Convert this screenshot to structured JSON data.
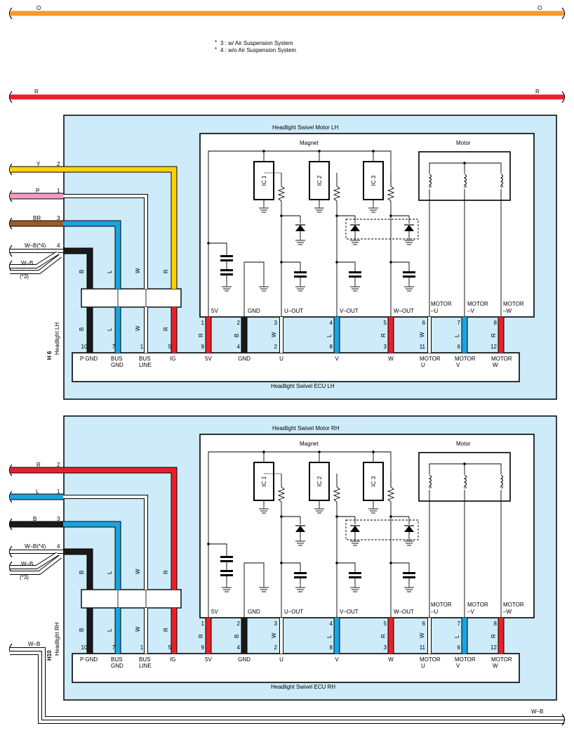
{
  "top_bus": {
    "orange_left": "O",
    "orange_right": "O",
    "red_left": "R",
    "red_right": "R"
  },
  "notes": [
    {
      "mark": "*",
      "text": "3 : w/ Air Suspension System"
    },
    {
      "mark": "*",
      "text": "4 : w/o Air Suspension System"
    }
  ],
  "colors": {
    "orange": "#f79a2e",
    "red": "#e8202a",
    "yellow": "#ffd200",
    "pink": "#f29ac5",
    "brown": "#9b5a2e",
    "black": "#1a1a1a",
    "blue": "#1aa3e0",
    "panel": "#cdebf8"
  },
  "units": [
    {
      "motor_title": "Headlight Swivel Motor LH",
      "ecu_title": "Headlight Swivel ECU LH",
      "connector_id": "H 6",
      "connector_name": "Headlight LH",
      "magnet_label": "Magnet",
      "motor_label": "Motor",
      "ics": [
        "IC 1",
        "IC 2",
        "IC 3"
      ],
      "inputs": [
        {
          "wire": "Y",
          "pin": "2"
        },
        {
          "wire": "P",
          "pin": "1"
        },
        {
          "wire": "BR",
          "pin": "3"
        },
        {
          "wire": "W–B(*4)",
          "pin": "4"
        }
      ],
      "alt_wire": {
        "wire": "W–B",
        "note": "(*3)"
      },
      "harness_colors": [
        "B",
        "L",
        "W",
        "R"
      ],
      "ecu_left_pins": [
        {
          "pin": "10",
          "label": "P GND"
        },
        {
          "pin": "7",
          "label": "BUS GND"
        },
        {
          "pin": "1",
          "label": "BUS LINE"
        },
        {
          "pin": "5",
          "label": "IG"
        }
      ],
      "motor_terminals": [
        "5V",
        "GND",
        "U–OUT",
        "V–OUT",
        "W–OUT",
        "MOTOR –U",
        "MOTOR –V",
        "MOTOR –W"
      ],
      "motor_pins": [
        "1",
        "2",
        "3",
        "4",
        "5",
        "6",
        "7",
        "8"
      ],
      "wire_colors": [
        "R",
        "B",
        "W",
        "L",
        "R",
        "W",
        "L",
        "R"
      ],
      "ecu_pins": [
        "9",
        "4",
        "2",
        "8",
        "3",
        "11",
        "6",
        "12"
      ],
      "ecu_labels": [
        "5V",
        "GND",
        "U",
        "V",
        "W",
        "MOTOR U",
        "MOTOR V",
        "MOTOR W"
      ]
    },
    {
      "motor_title": "Headlight Swivel Motor RH",
      "ecu_title": "Headlight Swivel ECU RH",
      "connector_id": "H10",
      "connector_name": "Headlight RH",
      "magnet_label": "Magnet",
      "motor_label": "Motor",
      "ics": [
        "IC 1",
        "IC 2",
        "IC 3"
      ],
      "inputs": [
        {
          "wire": "R",
          "pin": "2"
        },
        {
          "wire": "L",
          "pin": "1"
        },
        {
          "wire": "B",
          "pin": "3"
        },
        {
          "wire": "W–B(*4)",
          "pin": "4"
        }
      ],
      "alt_wire": {
        "wire": "W–B",
        "note": "(*3)"
      },
      "harness_colors": [
        "B",
        "L",
        "W",
        "R"
      ],
      "ecu_left_pins": [
        {
          "pin": "10",
          "label": "P GND"
        },
        {
          "pin": "7",
          "label": "BUS GND"
        },
        {
          "pin": "1",
          "label": "BUS LINE"
        },
        {
          "pin": "5",
          "label": "IG"
        }
      ],
      "motor_terminals": [
        "5V",
        "GND",
        "U–OUT",
        "V–OUT",
        "W–OUT",
        "MOTOR –U",
        "MOTOR –V",
        "MOTOR –W"
      ],
      "motor_pins": [
        "1",
        "2",
        "3",
        "4",
        "5",
        "6",
        "7",
        "8"
      ],
      "wire_colors": [
        "R",
        "B",
        "W",
        "L",
        "R",
        "W",
        "L",
        "R"
      ],
      "ecu_pins": [
        "9",
        "4",
        "2",
        "8",
        "3",
        "11",
        "6",
        "12"
      ],
      "ecu_labels": [
        "5V",
        "GND",
        "U",
        "V",
        "W",
        "MOTOR U",
        "MOTOR V",
        "MOTOR W"
      ]
    }
  ],
  "bottom_wire": {
    "left": "W–B",
    "right": "W–B"
  }
}
